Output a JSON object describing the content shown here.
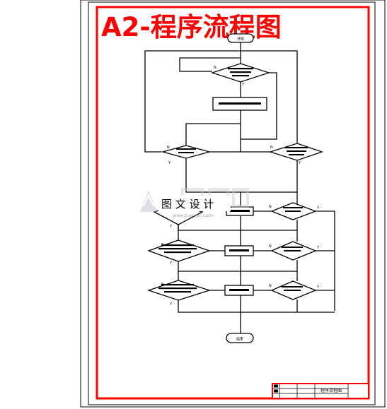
{
  "title": "A2-程序流程图",
  "start_label": "开始",
  "end_label": "结束",
  "watermark": {
    "cn": "图 文 设 计",
    "url": "www.tuwenc.com"
  },
  "title_block": {
    "drawing_name": "程序流程图"
  },
  "branch_marks": {
    "yes": "Y",
    "no": "N"
  },
  "colors": {
    "border": "#ff0000",
    "title": "#ff0000",
    "lines": "#000000"
  }
}
